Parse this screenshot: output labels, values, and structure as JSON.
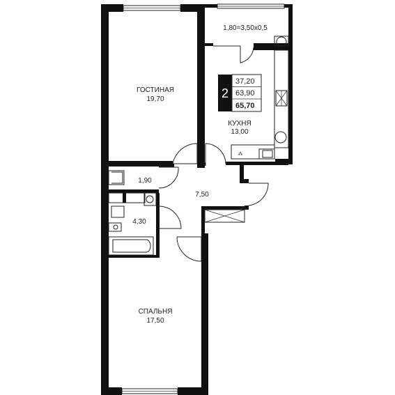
{
  "apartment": {
    "rooms_count": "2",
    "living_area": "37,20",
    "total_area_no_balcony": "63,90",
    "total_area": "65,70"
  },
  "rooms": {
    "living_room": {
      "name": "ГОСТИНАЯ",
      "area": "19,70"
    },
    "kitchen": {
      "name": "КУХНЯ",
      "area": "13,00"
    },
    "balcony": {
      "formula": "1,80=3,50х0,5"
    },
    "wc": {
      "area": "1,90"
    },
    "hall": {
      "area": "7,50"
    },
    "bathroom": {
      "area": "4,30"
    },
    "bedroom": {
      "name": "СПАЛЬНЯ",
      "area": "17,50"
    }
  },
  "colors": {
    "wall": "#111111",
    "line": "#222222",
    "background": "#ffffff"
  }
}
